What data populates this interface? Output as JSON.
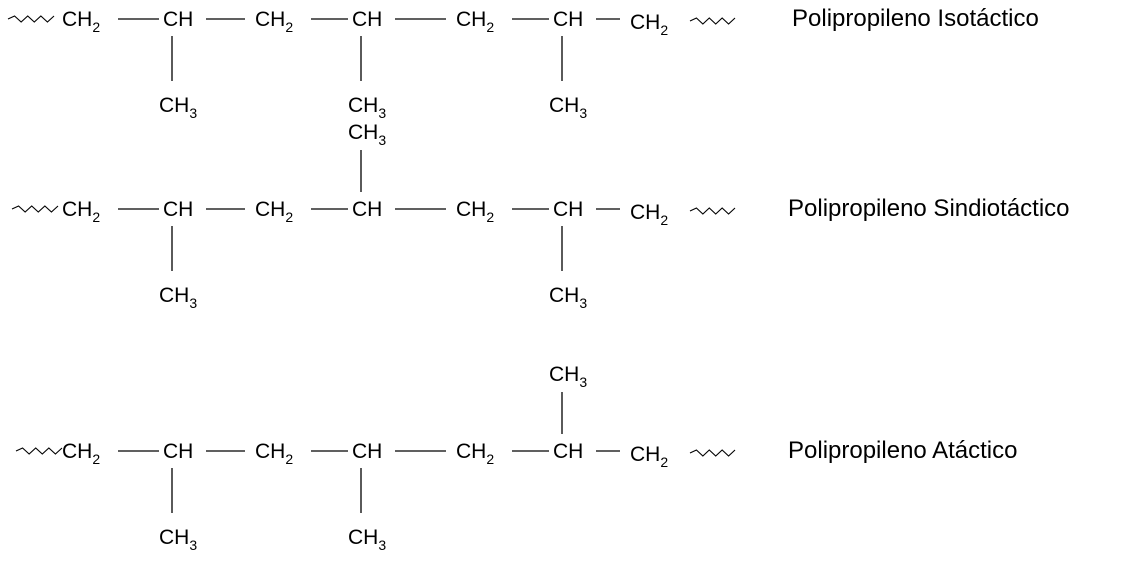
{
  "groups": {
    "ch2": {
      "base": "CH",
      "sub": "2"
    },
    "ch": {
      "base": "CH"
    },
    "ch3": {
      "base": "CH",
      "sub": "3"
    }
  },
  "polymers": [
    {
      "name": "Polipropileno Isotáctico",
      "methyls": [
        "down",
        "down",
        "down"
      ]
    },
    {
      "name": "Polipropileno Sindiotáctico",
      "methyls": [
        "down",
        "up",
        "down"
      ]
    },
    {
      "name": "Polipropileno Atáctico",
      "methyls": [
        "down",
        "down",
        "up"
      ]
    }
  ]
}
